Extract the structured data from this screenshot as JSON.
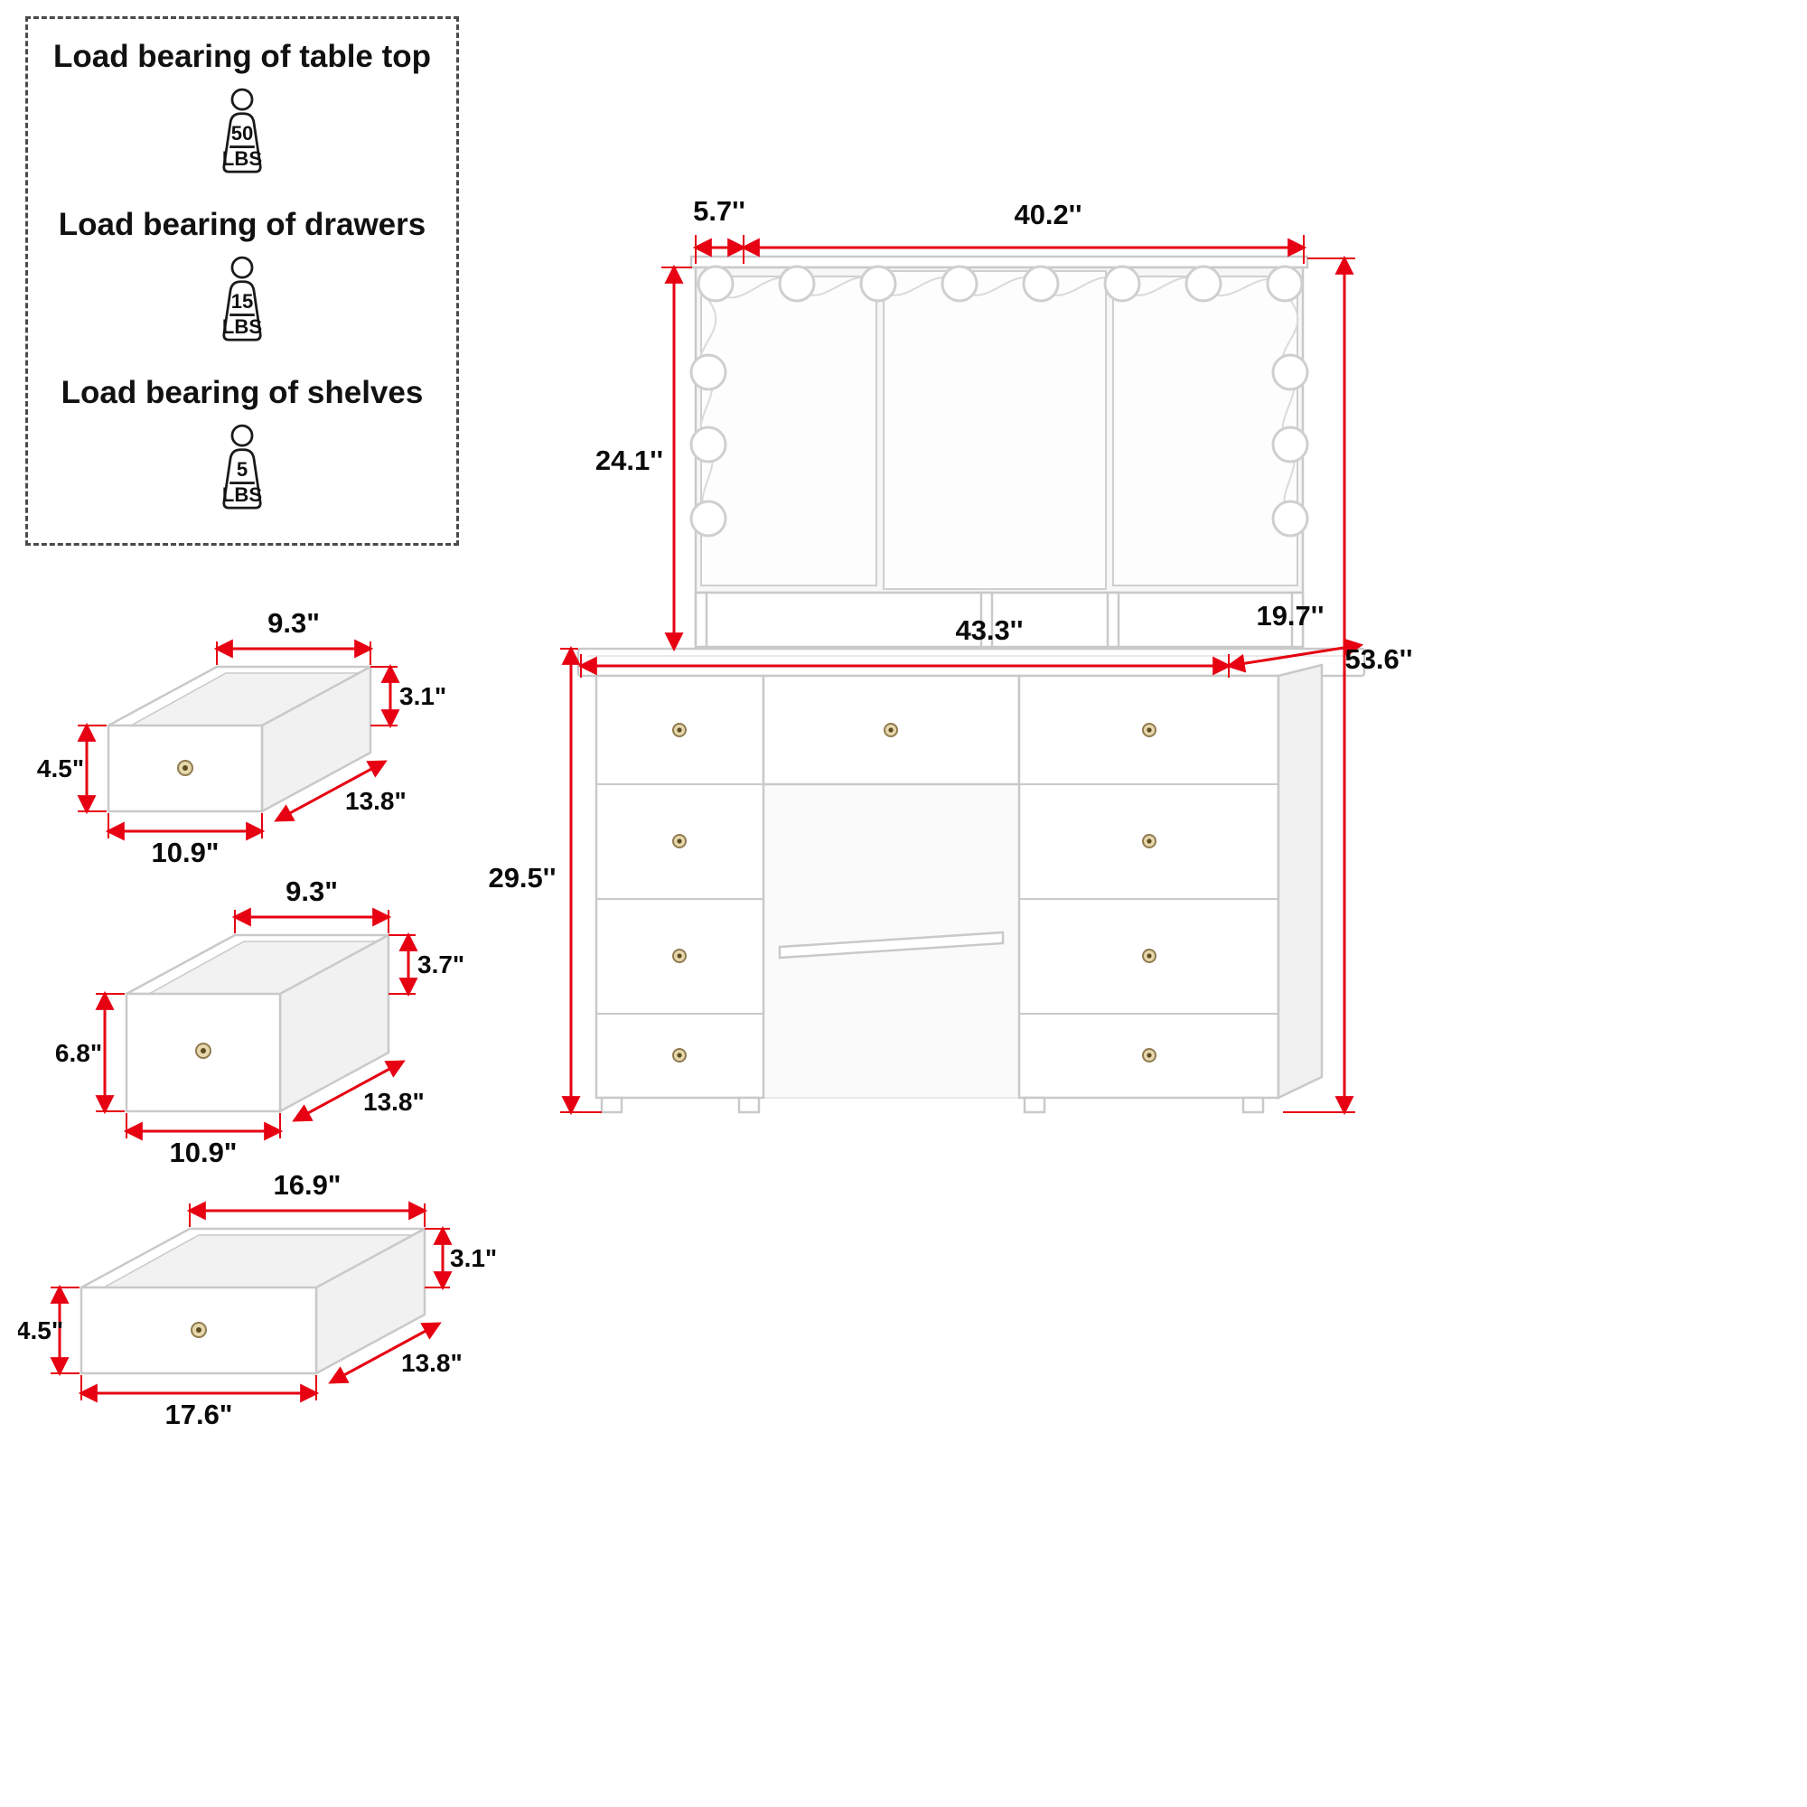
{
  "colors": {
    "dimension_red": "#e60012",
    "furniture_line": "#c9c9c9"
  },
  "load_bearing": {
    "sections": [
      {
        "label": "Load bearing of table top",
        "value": "50",
        "unit": "LBS"
      },
      {
        "label": "Load bearing of drawers",
        "value": "15",
        "unit": "LBS"
      },
      {
        "label": "Load bearing of shelves",
        "value": "5",
        "unit": "LBS"
      }
    ]
  },
  "small_drawers": [
    {
      "top_width": "9.3\"",
      "back_height": "3.1\"",
      "front_height": "4.5\"",
      "bottom_width": "10.9\"",
      "depth": "13.8\""
    },
    {
      "top_width": "9.3\"",
      "back_height": "3.7\"",
      "front_height": "6.8\"",
      "bottom_width": "10.9\"",
      "depth": "13.8\""
    },
    {
      "top_width": "16.9\"",
      "back_height": "3.1\"",
      "front_height": "4.5\"",
      "bottom_width": "17.6\"",
      "depth": "13.8\""
    }
  ],
  "vanity": {
    "top_depth": "5.7''",
    "mirror_width": "40.2''",
    "mirror_height": "24.1''",
    "tabletop_width": "43.3''",
    "tabletop_depth": "19.7''",
    "total_height": "53.6''",
    "table_height": "29.5''"
  }
}
